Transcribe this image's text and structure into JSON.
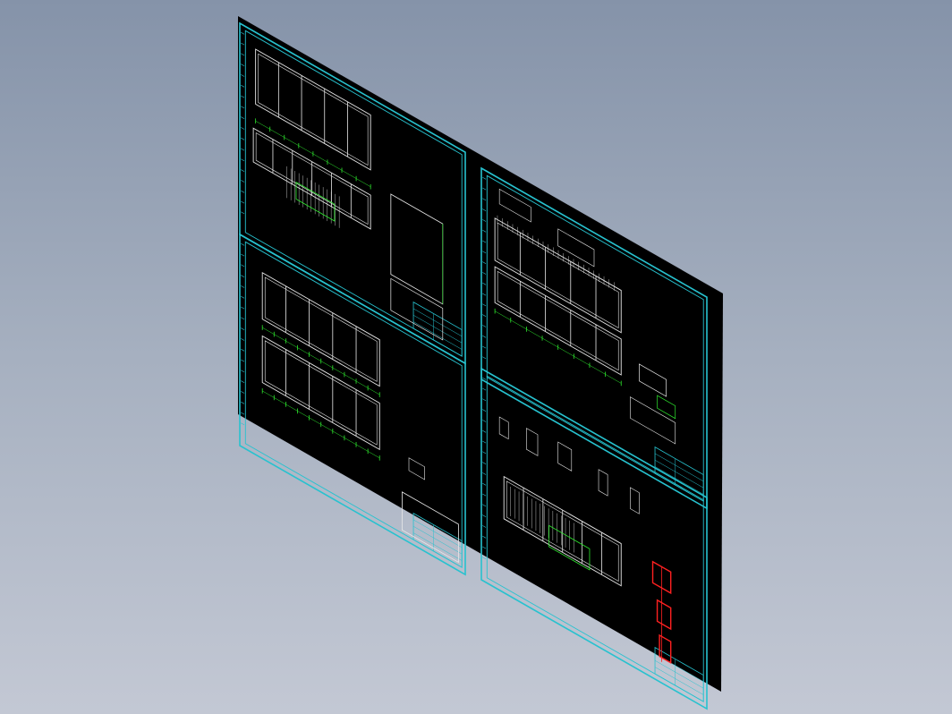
{
  "viewport": {
    "background_top": "#8593a9",
    "background_bottom": "#c3c8d4"
  },
  "model": {
    "paper_color": "#000000",
    "frame_color": "#27c2cf",
    "line_color": "#e8e8e8",
    "dim_color": "#2ee82e",
    "highlight_color": "#ff2020",
    "sheets": [
      {
        "name": "sheet-top-left",
        "content": "elevation"
      },
      {
        "name": "sheet-bottom-left",
        "content": "plan"
      },
      {
        "name": "sheet-top-right",
        "content": "sections"
      },
      {
        "name": "sheet-bottom-right",
        "content": "details"
      }
    ]
  }
}
